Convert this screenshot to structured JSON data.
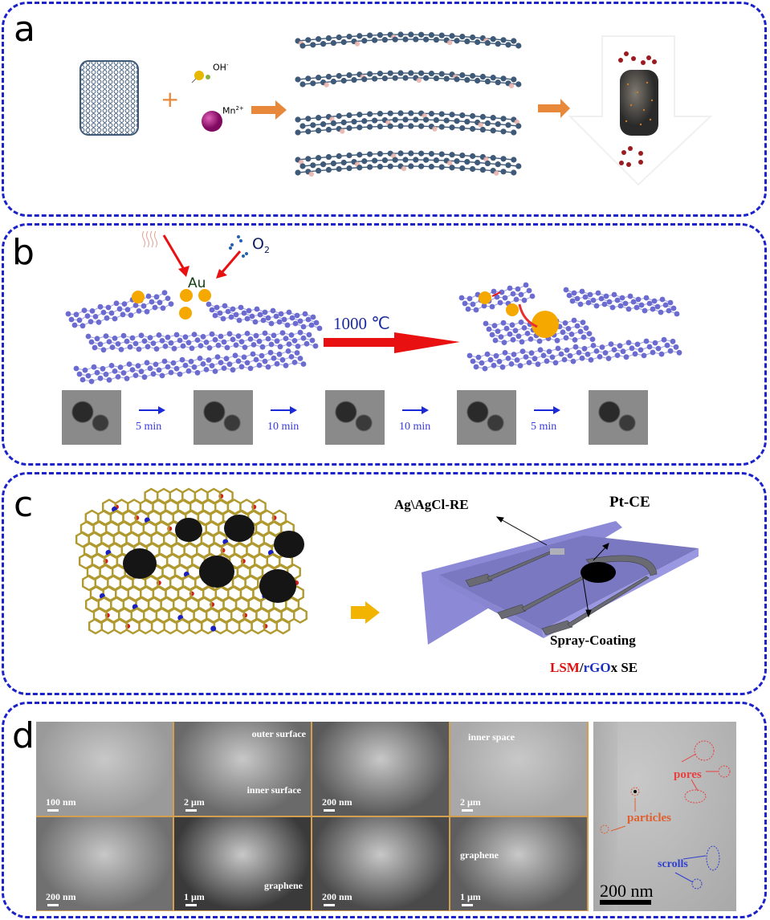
{
  "figure": {
    "panels": [
      {
        "id": "a",
        "label": "a"
      },
      {
        "id": "b",
        "label": "b"
      },
      {
        "id": "c",
        "label": "c"
      },
      {
        "id": "d",
        "label": "d"
      }
    ]
  },
  "panel_a": {
    "label": "a",
    "plus_sign": "+",
    "hydroxide_label": "OH",
    "hydroxide_charge": "-",
    "manganese_label": "Mn",
    "manganese_charge": "2+",
    "colors": {
      "carbon": "#3f5a78",
      "dopant": "#e8b0a8",
      "arrow": "#e8883a",
      "mn": "#a0227a",
      "oh": "#e6b800",
      "product_particles": "#9a1c20"
    }
  },
  "panel_b": {
    "label": "b",
    "au_label": "Au",
    "o2_label": "O",
    "o2_subscript": "2",
    "temperature_label": "1000 ℃",
    "tem_steps": [
      {
        "time": "5 min"
      },
      {
        "time": "10 min"
      },
      {
        "time": "10 min"
      },
      {
        "time": "5 min"
      }
    ],
    "colors": {
      "lattice": "#6b6bd0",
      "gold": "#f5a800",
      "arrow": "#e81010",
      "step_text": "#3a3ad8"
    }
  },
  "panel_c": {
    "label": "c",
    "reference_electrode_label": "Ag\\AgCl-RE",
    "counter_electrode_label": "Pt-CE",
    "spray_coating_label": "Spray-Coating",
    "sensing_electrode": {
      "part1": "LSM",
      "slash": "/",
      "part2": "rGO",
      "part3": "x SE"
    },
    "colors": {
      "substrate": "#7a78c0",
      "lsm": "#e01010",
      "rgo": "#1a30c0",
      "arrow": "#f2b400"
    }
  },
  "panel_d": {
    "label": "d",
    "images": [
      {
        "scale": "100 nm",
        "annotations": []
      },
      {
        "scale": "2 μm",
        "annotations": [
          "outer surface",
          "inner surface"
        ]
      },
      {
        "scale": "200 nm",
        "annotations": []
      },
      {
        "scale": "2 μm",
        "annotations": [
          "inner space"
        ]
      },
      {
        "scale": "200 nm",
        "annotations": []
      },
      {
        "scale": "1 μm",
        "annotations": [
          "graphene"
        ]
      },
      {
        "scale": "200 nm",
        "annotations": []
      },
      {
        "scale": "1 μm",
        "annotations": [
          "graphene"
        ]
      }
    ],
    "tem_image": {
      "scale": "200 nm",
      "annotations": {
        "pores": "pores",
        "particles": "particles",
        "scrolls": "scrolls"
      }
    },
    "colors": {
      "divider": "#d4a050",
      "pores": "#e84040",
      "particles": "#e06030",
      "scrolls": "#3040d0"
    }
  }
}
